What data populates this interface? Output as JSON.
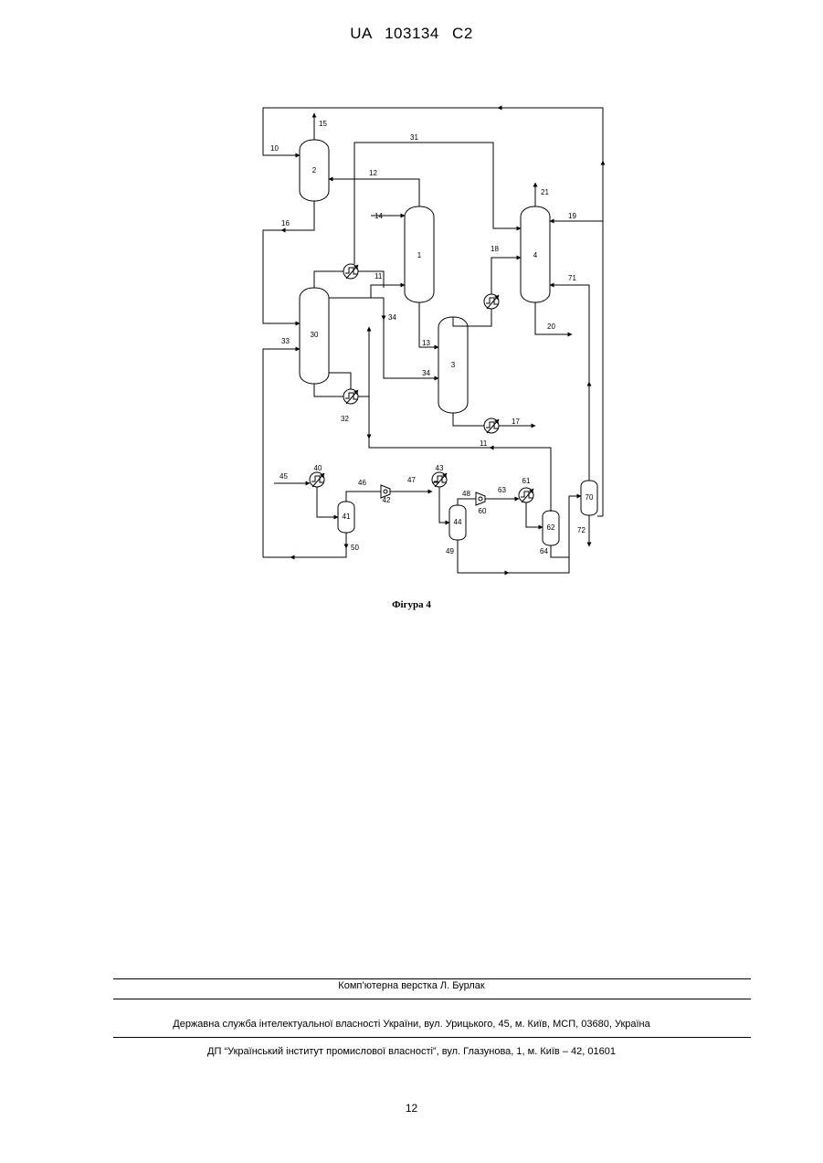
{
  "header": {
    "patent": "UA   103134   C2"
  },
  "figure": {
    "caption": "Фігура 4",
    "equipment": [
      "1",
      "2",
      "3",
      "4",
      "30",
      "40",
      "41",
      "42",
      "43",
      "44",
      "60",
      "61",
      "62",
      "70"
    ],
    "streams": [
      "10",
      "11",
      "12",
      "13",
      "14",
      "15",
      "16",
      "17",
      "18",
      "19",
      "20",
      "21",
      "31",
      "32",
      "33",
      "34",
      "45",
      "46",
      "47",
      "48",
      "49",
      "50",
      "63",
      "64",
      "71",
      "72"
    ]
  },
  "footer": {
    "typesetting": "Комп’ютерна верстка Л. Бурлак",
    "agency": "Державна служба інтелектуальної власності України, вул. Урицького, 45, м. Київ, МСП, 03680, Україна",
    "institute": "ДП “Український інститут промислової власності”, вул. Глазунова, 1, м. Київ – 42, 01601"
  },
  "page_number": "12"
}
